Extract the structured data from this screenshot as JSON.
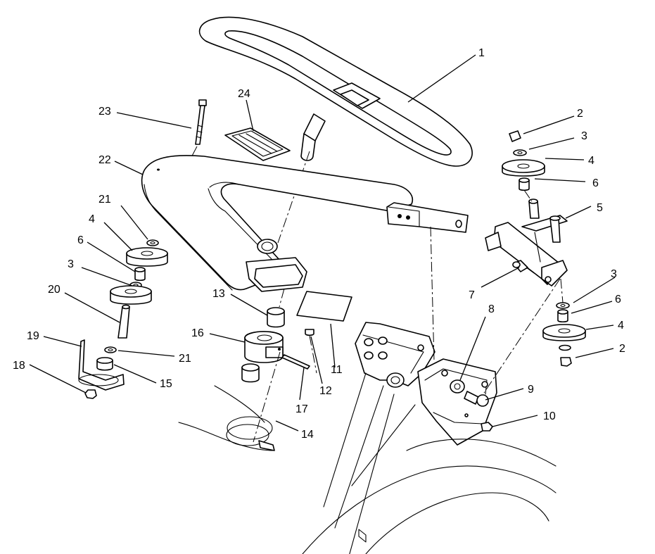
{
  "callouts": [
    {
      "id": "c1",
      "text": "1"
    },
    {
      "id": "c2a",
      "text": "2"
    },
    {
      "id": "c3a",
      "text": "3"
    },
    {
      "id": "c4a",
      "text": "4"
    },
    {
      "id": "c6a",
      "text": "6"
    },
    {
      "id": "c5",
      "text": "5"
    },
    {
      "id": "c3b",
      "text": "3"
    },
    {
      "id": "c6b",
      "text": "6"
    },
    {
      "id": "c4b",
      "text": "4"
    },
    {
      "id": "c2b",
      "text": "2"
    },
    {
      "id": "c7",
      "text": "7"
    },
    {
      "id": "c8",
      "text": "8"
    },
    {
      "id": "c9",
      "text": "9"
    },
    {
      "id": "c10",
      "text": "10"
    },
    {
      "id": "c11",
      "text": "11"
    },
    {
      "id": "c12",
      "text": "12"
    },
    {
      "id": "c13",
      "text": "13"
    },
    {
      "id": "c14",
      "text": "14"
    },
    {
      "id": "c15",
      "text": "15"
    },
    {
      "id": "c16",
      "text": "16"
    },
    {
      "id": "c17",
      "text": "17"
    },
    {
      "id": "c18",
      "text": "18"
    },
    {
      "id": "c19",
      "text": "19"
    },
    {
      "id": "c20",
      "text": "20"
    },
    {
      "id": "c21a",
      "text": "21"
    },
    {
      "id": "c21b",
      "text": "21"
    },
    {
      "id": "c22",
      "text": "22"
    },
    {
      "id": "c23",
      "text": "23"
    },
    {
      "id": "c24",
      "text": "24"
    },
    {
      "id": "c3c",
      "text": "3"
    },
    {
      "id": "c4c",
      "text": "4"
    },
    {
      "id": "c6c",
      "text": "6"
    }
  ]
}
